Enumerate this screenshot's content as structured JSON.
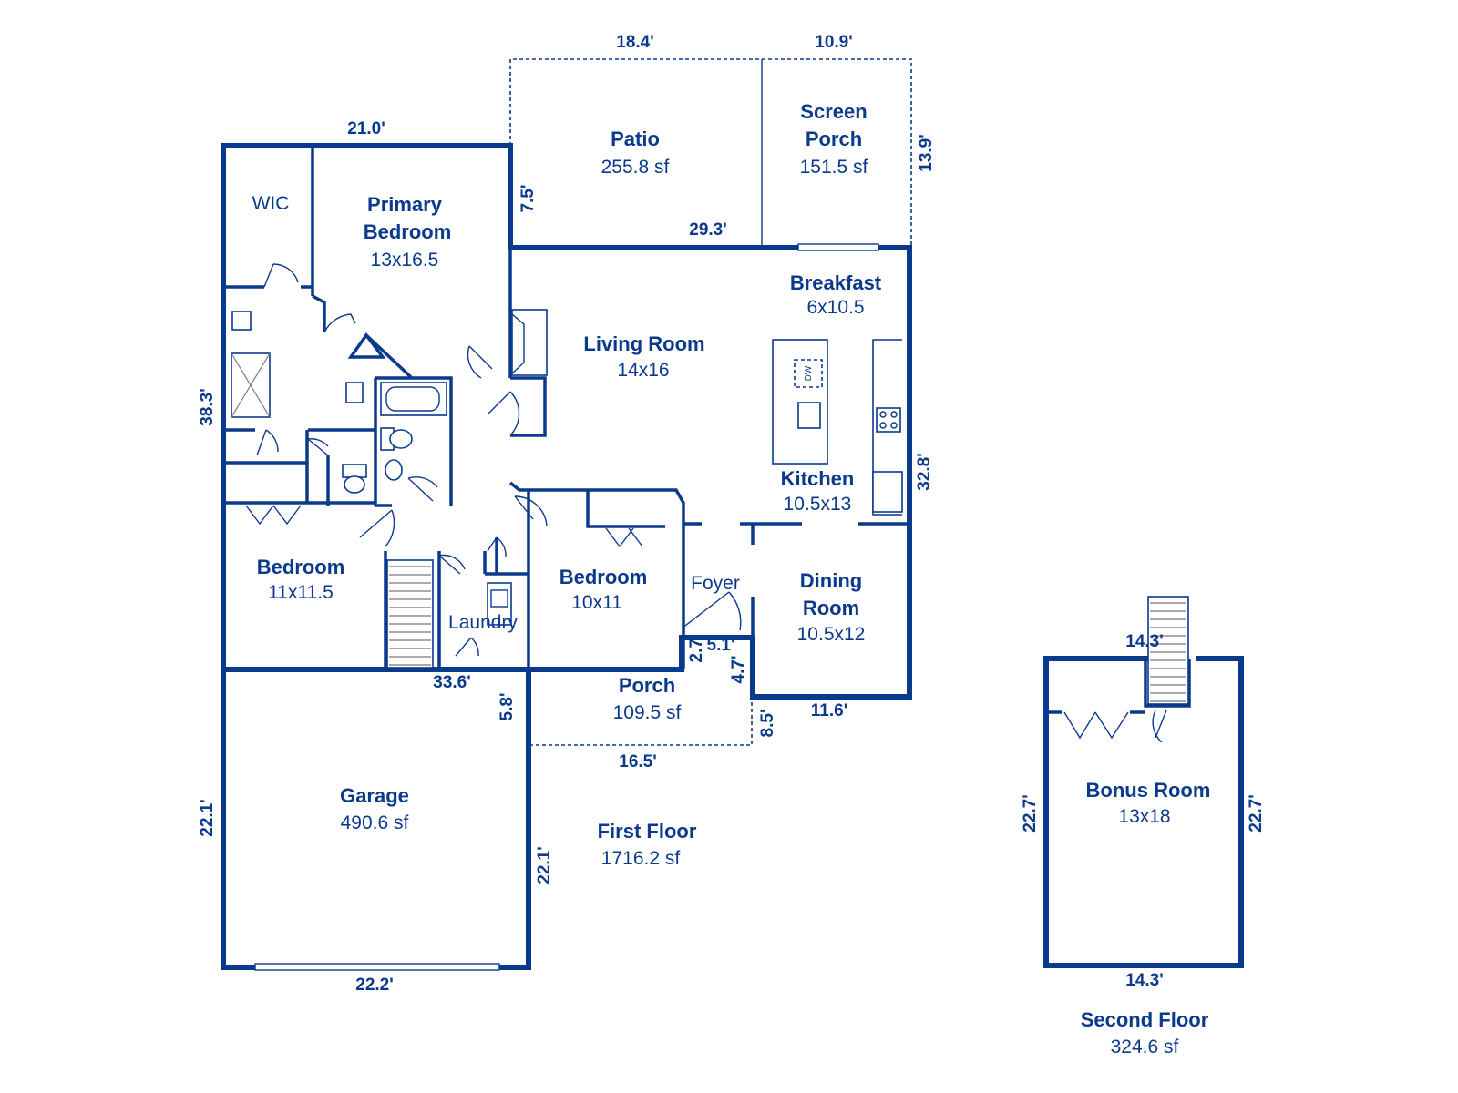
{
  "colors": {
    "wall": "#0b3a8c",
    "background": "#ffffff"
  },
  "rooms": {
    "patio": {
      "name": "Patio",
      "size": "255.8 sf"
    },
    "screen_porch": {
      "name_line1": "Screen",
      "name_line2": "Porch",
      "size": "151.5 sf"
    },
    "wic": {
      "name": "WIC"
    },
    "primary_bedroom": {
      "name_line1": "Primary",
      "name_line2": "Bedroom",
      "size": "13x16.5"
    },
    "living_room": {
      "name": "Living Room",
      "size": "14x16"
    },
    "breakfast": {
      "name": "Breakfast",
      "size": "6x10.5"
    },
    "kitchen": {
      "name": "Kitchen",
      "size": "10.5x13"
    },
    "bedroom_left": {
      "name": "Bedroom",
      "size": "11x11.5"
    },
    "bedroom_mid": {
      "name": "Bedroom",
      "size": "10x11"
    },
    "laundry": {
      "name": "Laundry"
    },
    "foyer": {
      "name": "Foyer"
    },
    "dining_room": {
      "name_line1": "Dining",
      "name_line2": "Room",
      "size": "10.5x12"
    },
    "porch": {
      "name": "Porch",
      "size": "109.5 sf"
    },
    "garage": {
      "name": "Garage",
      "size": "490.6 sf"
    },
    "bonus_room": {
      "name": "Bonus Room",
      "size": "13x18"
    }
  },
  "appliances": {
    "dishwasher": "DW"
  },
  "floors": {
    "first": {
      "name": "First Floor",
      "area": "1716.2 sf"
    },
    "second": {
      "name": "Second Floor",
      "area": "324.6 sf"
    }
  },
  "dimensions": {
    "patio_width": "18.4'",
    "screen_porch_width": "10.9'",
    "primary_top_width": "21.0'",
    "patio_depth": "7.5'",
    "screen_porch_depth": "13.9'",
    "patio_porch_total_width": "29.3'",
    "left_depth": "38.3'",
    "right_depth": "32.8'",
    "front_width": "33.6'",
    "porch_left_depth": "5.8'",
    "foyer_step_a": "2.7'",
    "foyer_step_b": "5.1'",
    "foyer_step_c": "4.7'",
    "porch_right_depth": "8.5'",
    "dining_width": "11.6'",
    "porch_width": "16.5'",
    "garage_left_depth": "22.1'",
    "garage_right_depth": "22.1'",
    "garage_width": "22.2'",
    "bonus_top_width": "14.3'",
    "bonus_left_depth": "22.7'",
    "bonus_right_depth": "22.7'",
    "bonus_bottom_width": "14.3'"
  }
}
